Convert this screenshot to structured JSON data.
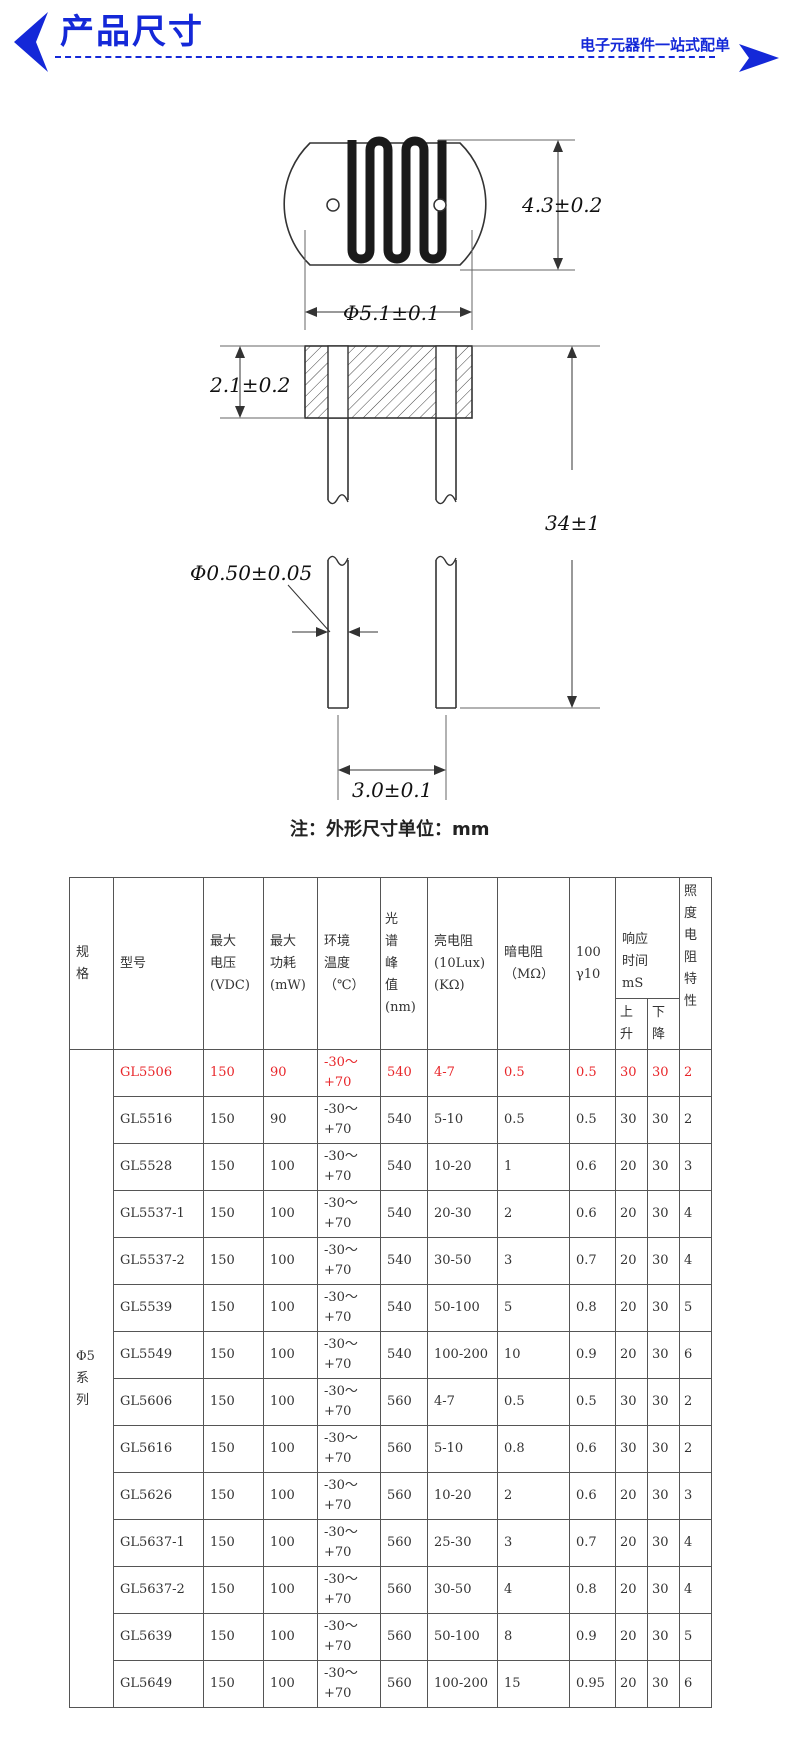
{
  "header": {
    "title": "产品尺寸",
    "slogan": "电子元器件一站式配单"
  },
  "drawing": {
    "dim_height_top": "4.3±0.2",
    "dim_diameter": "Φ5.1±0.1",
    "dim_body_thickness": "2.1±0.2",
    "dim_total_length": "34±1",
    "dim_pin_diameter": "Φ0.50±0.05",
    "dim_pin_spacing": "3.0±0.1",
    "note": "注：外形尺寸单位：mm"
  },
  "table": {
    "headers": {
      "spec": [
        "规",
        "格"
      ],
      "model": "型号",
      "max_voltage": [
        "最大",
        "电压",
        "(VDC)"
      ],
      "max_power": [
        "最大",
        "功耗",
        "(mW)"
      ],
      "ambient_temp": [
        "环境",
        "温度",
        "（℃）"
      ],
      "spectral_peak": [
        "光",
        "谱",
        "峰",
        "值",
        "(nm)"
      ],
      "light_resistance": [
        "亮电阻",
        "(10Lux)",
        "(KΩ)"
      ],
      "dark_resistance": [
        "暗电阻",
        "（MΩ）"
      ],
      "gamma": [
        "100",
        "γ10"
      ],
      "response_time": [
        "响应",
        "时间",
        "mS"
      ],
      "rise": [
        "上",
        "升"
      ],
      "fall": [
        "下",
        "降"
      ],
      "illuminance_char": [
        "照",
        "度",
        "电",
        "阻",
        "特",
        "性"
      ]
    },
    "series_label": [
      "Φ5",
      "系",
      "列"
    ],
    "rows": [
      {
        "model": "GL5506",
        "voltage": "150",
        "power": "90",
        "temp": [
          "-30～",
          "+70"
        ],
        "peak": "540",
        "light": "4-7",
        "dark": "0.5",
        "gamma": "0.5",
        "rise": "30",
        "fall": "30",
        "char": "2",
        "highlight": true
      },
      {
        "model": "GL5516",
        "voltage": "150",
        "power": "90",
        "temp": [
          "-30～",
          "+70"
        ],
        "peak": "540",
        "light": "5-10",
        "dark": "0.5",
        "gamma": "0.5",
        "rise": "30",
        "fall": "30",
        "char": "2"
      },
      {
        "model": "GL5528",
        "voltage": "150",
        "power": "100",
        "temp": [
          "-30～",
          "+70"
        ],
        "peak": "540",
        "light": "10-20",
        "dark": "1",
        "gamma": "0.6",
        "rise": "20",
        "fall": "30",
        "char": "3"
      },
      {
        "model": "GL5537-1",
        "voltage": "150",
        "power": "100",
        "temp": [
          "-30～",
          "+70"
        ],
        "peak": "540",
        "light": "20-30",
        "dark": "2",
        "gamma": "0.6",
        "rise": "20",
        "fall": "30",
        "char": "4"
      },
      {
        "model": "GL5537-2",
        "voltage": "150",
        "power": "100",
        "temp": [
          "-30～",
          "+70"
        ],
        "peak": "540",
        "light": "30-50",
        "dark": "3",
        "gamma": "0.7",
        "rise": "20",
        "fall": "30",
        "char": "4"
      },
      {
        "model": "GL5539",
        "voltage": "150",
        "power": "100",
        "temp": [
          "-30～",
          "+70"
        ],
        "peak": "540",
        "light": "50-100",
        "dark": "5",
        "gamma": "0.8",
        "rise": "20",
        "fall": "30",
        "char": "5"
      },
      {
        "model": "GL5549",
        "voltage": "150",
        "power": "100",
        "temp": [
          "-30～",
          "+70"
        ],
        "peak": "540",
        "light": "100-200",
        "dark": "10",
        "gamma": "0.9",
        "rise": "20",
        "fall": "30",
        "char": "6"
      },
      {
        "model": "GL5606",
        "voltage": "150",
        "power": "100",
        "temp": [
          "-30～",
          "+70"
        ],
        "peak": "560",
        "light": "4-7",
        "dark": "0.5",
        "gamma": "0.5",
        "rise": "30",
        "fall": "30",
        "char": "2"
      },
      {
        "model": "GL5616",
        "voltage": "150",
        "power": "100",
        "temp": [
          "-30～",
          "+70"
        ],
        "peak": "560",
        "light": "5-10",
        "dark": "0.8",
        "gamma": "0.6",
        "rise": "30",
        "fall": "30",
        "char": "2"
      },
      {
        "model": "GL5626",
        "voltage": "150",
        "power": "100",
        "temp": [
          "-30～",
          "+70"
        ],
        "peak": "560",
        "light": "10-20",
        "dark": "2",
        "gamma": "0.6",
        "rise": "20",
        "fall": "30",
        "char": "3"
      },
      {
        "model": "GL5637-1",
        "voltage": "150",
        "power": "100",
        "temp": [
          "-30～",
          "+70"
        ],
        "peak": "560",
        "light": "25-30",
        "dark": "3",
        "gamma": "0.7",
        "rise": "20",
        "fall": "30",
        "char": "4"
      },
      {
        "model": "GL5637-2",
        "voltage": "150",
        "power": "100",
        "temp": [
          "-30～",
          "+70"
        ],
        "peak": "560",
        "light": "30-50",
        "dark": "4",
        "gamma": "0.8",
        "rise": "20",
        "fall": "30",
        "char": "4"
      },
      {
        "model": "GL5639",
        "voltage": "150",
        "power": "100",
        "temp": [
          "-30～",
          "+70"
        ],
        "peak": "560",
        "light": "50-100",
        "dark": "8",
        "gamma": "0.9",
        "rise": "20",
        "fall": "30",
        "char": "5"
      },
      {
        "model": "GL5649",
        "voltage": "150",
        "power": "100",
        "temp": [
          "-30～",
          "+70"
        ],
        "peak": "560",
        "light": "100-200",
        "dark": "15",
        "gamma": "0.95",
        "rise": "20",
        "fall": "30",
        "char": "6"
      }
    ]
  },
  "colors": {
    "accent": "#1428d8",
    "highlight_row": "#e8262a"
  }
}
